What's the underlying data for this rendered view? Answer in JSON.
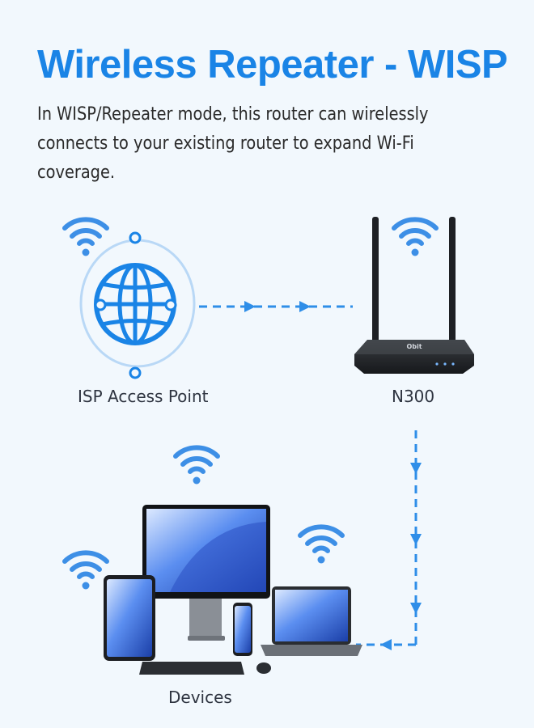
{
  "header": {
    "title": "Wireless Repeater - WISP",
    "subtitle": "In WISP/Repeater mode, this router can wirelessly connects to your existing router to expand Wi-Fi coverage."
  },
  "nodes": {
    "isp_label": "ISP Access Point",
    "router_label": "N300",
    "devices_label": "Devices",
    "router_brand": "Obit"
  },
  "icons": [
    "wifi-icon",
    "globe-icon",
    "router-icon",
    "monitor-icon",
    "tablet-icon",
    "phone-icon",
    "laptop-icon",
    "keyboard-icon",
    "mouse-icon"
  ],
  "colors": {
    "accent": "#1a84e6",
    "arrow": "#2f8ee8",
    "wifi": "#3d8fe6",
    "background": "#f2f8fd"
  }
}
